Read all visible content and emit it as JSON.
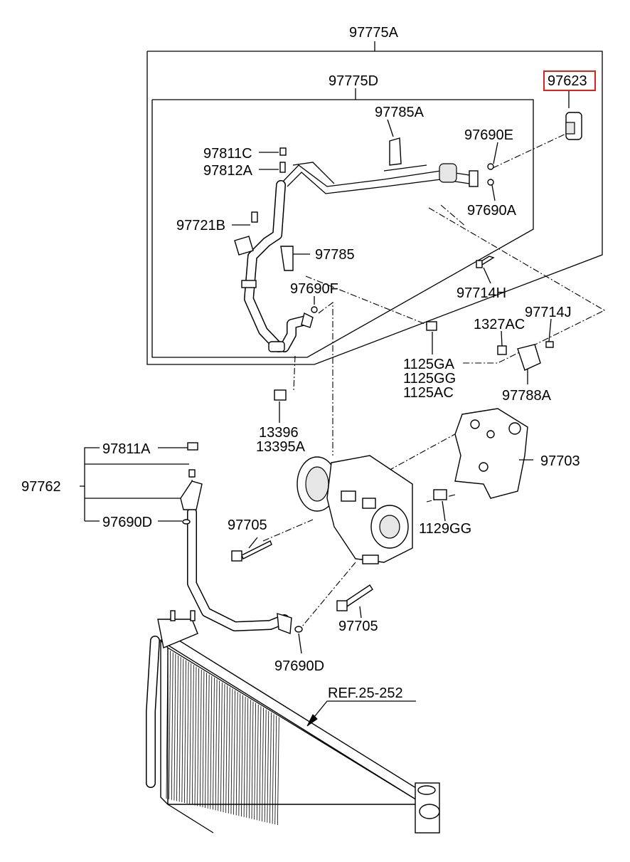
{
  "highlight_color": "#e0201b",
  "labels": {
    "p97775A": "97775A",
    "p97775D": "97775D",
    "p97623": "97623",
    "p97785A": "97785A",
    "p97690E": "97690E",
    "p97811C": "97811C",
    "p97812A": "97812A",
    "p97690A": "97690A",
    "p97721B": "97721B",
    "p97785": "97785",
    "p97714H": "97714H",
    "p97690F": "97690F",
    "p97714J": "97714J",
    "p1327AC": "1327AC",
    "p1125GA": "1125GA",
    "p1125GG": "1125GG",
    "p1125AC": "1125AC",
    "p97788A": "97788A",
    "p13396": "13396",
    "p13395A": "13395A",
    "p97811A": "97811A",
    "p97703": "97703",
    "p97762": "97762",
    "p97690D_1": "97690D",
    "p97705_1": "97705",
    "p1129GG": "1129GG",
    "p97705_2": "97705",
    "p97690D_2": "97690D",
    "ref": "REF.25-252"
  }
}
